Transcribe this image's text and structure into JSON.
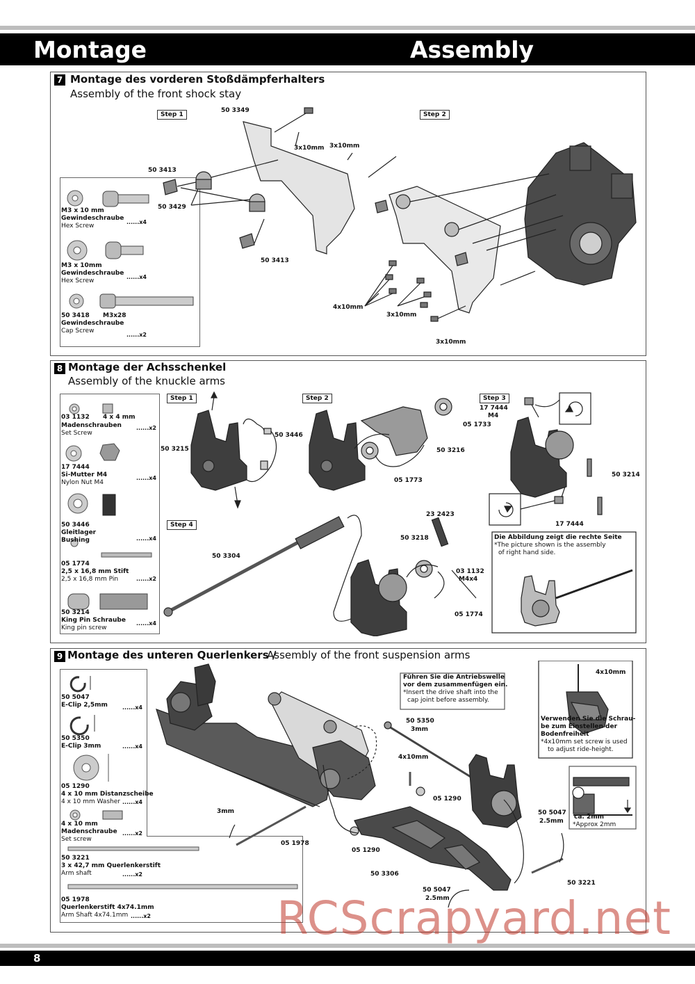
{
  "header": {
    "left": "Montage",
    "right": "Assembly"
  },
  "footer": {
    "page": "8"
  },
  "watermark": "RCScrapyard.net",
  "sections": [
    {
      "num": "7",
      "title_de": "Montage des vorderen Stoßdämpferhalters",
      "title_en": "Assembly of the front shock stay",
      "steps": [
        "Step 1",
        "Step 2"
      ],
      "parts": [
        {
          "num": "",
          "name": "M3 x 10 mm",
          "name2": "Gewindeschraube",
          "en": "Hex Screw",
          "qty": "......x4"
        },
        {
          "num": "",
          "name": "M3 x 10mm",
          "name2": "Gewindeschraube",
          "en": "Hex Screw",
          "qty": "......x4"
        },
        {
          "num": "50 3418",
          "name": "M3x28",
          "name2": "Gewindeschraube",
          "en": "Cap Screw",
          "qty": "......x2"
        }
      ],
      "labels": [
        "50 3349",
        "50 3413",
        "50 3429",
        "50 3413",
        "3x10mm",
        "3x10mm",
        "4x10mm",
        "3x10mm",
        "3x10mm"
      ]
    },
    {
      "num": "8",
      "title_de": "Montage der Achsschenkel",
      "title_en": "Assembly of the knuckle arms",
      "steps": [
        "Step 1",
        "Step 2",
        "Step 3",
        "Step 4"
      ],
      "parts": [
        {
          "num": "03 1132",
          "name": "4 x 4 mm",
          "name2": "Madenschrauben",
          "en": "Set Screw",
          "qty": "......x2"
        },
        {
          "num": "17 7444",
          "name": "Si-Mutter M4",
          "name2": "",
          "en": "Nylon Nut M4",
          "qty": "......x4"
        },
        {
          "num": "50 3446",
          "name": "Gleitlager",
          "name2": "Bushing",
          "en": "",
          "qty": "......x4"
        },
        {
          "num": "05 1774",
          "name": "2,5 x 16,8 mm Stift",
          "name2": "",
          "en": "2,5 x 16,8 mm Pin",
          "qty": "......x2"
        },
        {
          "num": "50 3214",
          "name": "King Pin Schraube",
          "name2": "",
          "en": "King pin screw",
          "qty": "......x4"
        }
      ],
      "labels": {
        "l1": "50 3215",
        "l2": "50 3446",
        "l3": "05 1733",
        "l4": "50 3216",
        "l5": "05 1773",
        "l6": "17 7444",
        "l6b": "M4",
        "l7": "50 3214",
        "l8": "17 7444",
        "l9": "23 2423",
        "l10": "50 3218",
        "l11": "50 3304",
        "l12": "03 1132",
        "l12b": "M4x4",
        "l13": "05 1774"
      },
      "note": {
        "de": "Die Abbildung zeigt die rechte Seite",
        "en1": "*The picture shown is the assembly",
        "en2": "of right hand side."
      }
    },
    {
      "num": "9",
      "title_de": "Montage des unteren Querlenkers /",
      "title_en": "Assembly of the front suspension arms",
      "parts": [
        {
          "num": "50 5047",
          "name": "E-Clip 2,5mm",
          "name2": "",
          "en": "",
          "qty": "......x4"
        },
        {
          "num": "50 5350",
          "name": "E-Clip 3mm",
          "name2": "",
          "en": "",
          "qty": "......x4"
        },
        {
          "num": "05 1290",
          "name": "4 x 10 mm Distanzscheibe",
          "name2": "",
          "en": "4 x 10 mm Washer",
          "qty": "......x4"
        },
        {
          "num": "4 x 10 mm",
          "name": "Madenschraube",
          "name2": "",
          "en": "Set screw",
          "qty": "......x2"
        },
        {
          "num": "50 3221",
          "name": "3 x 42,7 mm Querlenkerstift",
          "name2": "",
          "en": "Arm shaft",
          "qty": "......x2"
        },
        {
          "num": "05 1978",
          "name": "Querlenkerstift 4x74.1mm",
          "name2": "",
          "en": "Arm Shaft 4x74.1mm",
          "qty": "......x2"
        }
      ],
      "labels": {
        "l1": "50 5350",
        "l1b": "3mm",
        "l2": "4x10mm",
        "l3": "05 1290",
        "l4": "3mm",
        "l5": "05 1978",
        "l6": "05 1290",
        "l7": "50 3306",
        "l8": "50 5047",
        "l8b": "2.5mm",
        "l9": "50 5047",
        "l9b": "2.5mm",
        "l10": "50 3221",
        "l11": "4x10mm",
        "l12": "ca. 2mm",
        "l13": "*Approx 2mm"
      },
      "note1": {
        "de1": "Führen Sie die Antriebswelle",
        "de2": "vor dem zusammenfügen ein.",
        "en1": "*Insert the drive shaft into the",
        "en2": "cap joint before assembly."
      },
      "note2": {
        "de1": "Verwenden Sie die Schrau-",
        "de2": "be zum Einstellen der",
        "de3": "Bodenfreiheit",
        "en1": "*4x10mm set screw is used",
        "en2": "to adjust ride-height."
      }
    }
  ]
}
